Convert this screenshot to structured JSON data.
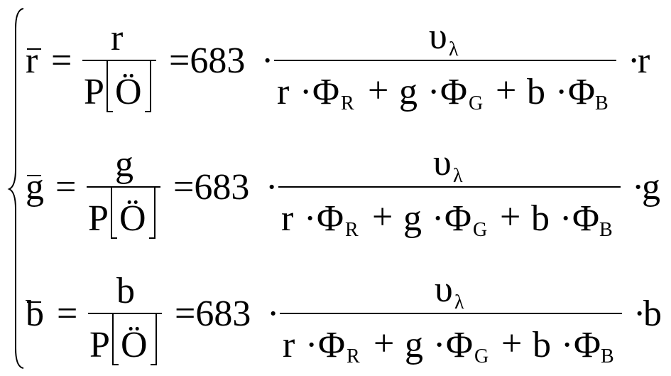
{
  "equations": [
    {
      "lhs": "r",
      "eq1": "=",
      "num": "r",
      "den_p": "P",
      "den_o": "Ö",
      "eq2": "=683",
      "dot": "·",
      "num2": "υ",
      "num2_sub": "λ",
      "den2": {
        "t1": "r",
        "d1": "·",
        "phi1": "Φ",
        "s1": "R",
        "plus1": "+",
        "t2": "g",
        "d2": "·",
        "phi2": "Φ",
        "s2": "G",
        "plus2": "+",
        "t3": "b",
        "d3": "·",
        "phi3": "Φ",
        "s3": "B"
      },
      "tail_dot": "·",
      "tail": "r"
    },
    {
      "lhs": "g",
      "eq1": "=",
      "num": "g",
      "den_p": "P",
      "den_o": "Ö",
      "eq2": "=683",
      "dot": "·",
      "num2": "υ",
      "num2_sub": "λ",
      "den2": {
        "t1": "r",
        "d1": "·",
        "phi1": "Φ",
        "s1": "R",
        "plus1": "+",
        "t2": "g",
        "d2": "·",
        "phi2": "Φ",
        "s2": "G",
        "plus2": "+",
        "t3": "b",
        "d3": "·",
        "phi3": "Φ",
        "s3": "B"
      },
      "tail_dot": "·",
      "tail": "g"
    },
    {
      "lhs": "b",
      "eq1": "=",
      "num": "b",
      "den_p": "P",
      "den_o": "Ö",
      "eq2": "=683",
      "dot": "·",
      "num2": "υ",
      "num2_sub": "λ",
      "den2": {
        "t1": "r",
        "d1": "·",
        "phi1": "Φ",
        "s1": "R",
        "plus1": "+",
        "t2": "g",
        "d2": "·",
        "phi2": "Φ",
        "s2": "G",
        "plus2": "+",
        "t3": "b",
        "d3": "·",
        "phi3": "Φ",
        "s3": "B"
      },
      "tail_dot": "·",
      "tail": "b"
    }
  ]
}
